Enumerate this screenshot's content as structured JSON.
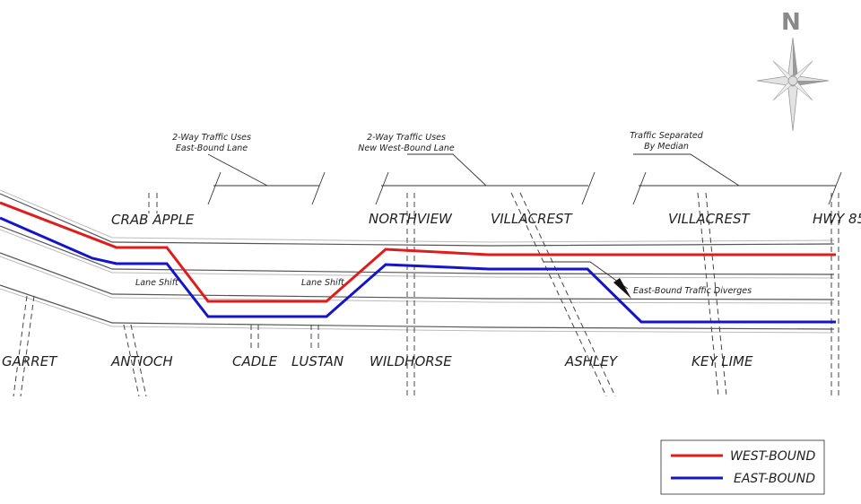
{
  "compass": {
    "letter": "N",
    "icon": "compass-rose-icon"
  },
  "streets_top": {
    "crab_apple": "CRAB APPLE",
    "northview": "NORTHVIEW",
    "villacrest_1": "VILLACREST",
    "villacrest_2": "VILLACREST",
    "hwy85": "HWY 85"
  },
  "streets_bottom": {
    "garret": "GARRET",
    "antioch": "ANTIOCH",
    "cadle": "CADLE",
    "lustan": "LUSTAN",
    "wildhorse": "WILDHORSE",
    "ashley": "ASHLEY",
    "key_lime": "KEY LIME"
  },
  "notes": {
    "phase1_line1": "2-Way Traffic Uses",
    "phase1_line2": "East-Bound Lane",
    "phase2_line1": "2-Way Traffic Uses",
    "phase2_line2": "New West-Bound Lane",
    "phase3_line1": "Traffic Separated",
    "phase3_line2": "By Median",
    "lane_shift_1": "Lane Shift",
    "lane_shift_2": "Lane Shift",
    "diverge": "East-Bound Traffic Diverges"
  },
  "legend": {
    "west": {
      "label": "WEST-BOUND",
      "color": "#e01b1b"
    },
    "east": {
      "label": "EAST-BOUND",
      "color": "#1414c8"
    }
  }
}
